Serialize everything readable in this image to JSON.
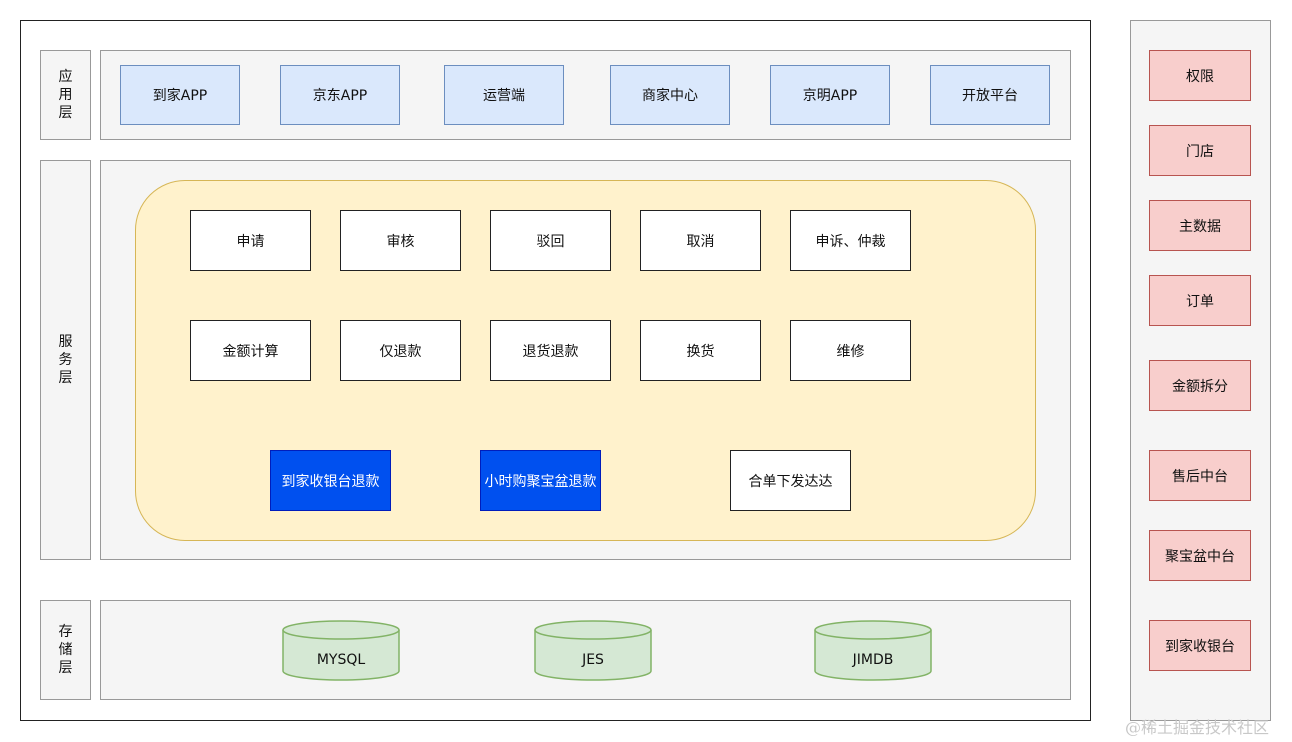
{
  "layers": {
    "application": "应用层",
    "service": "服务层",
    "storage": "存储层"
  },
  "app_nodes": [
    "到家APP",
    "京东APP",
    "运营端",
    "商家中心",
    "京明APP",
    "开放平台"
  ],
  "service_row1": [
    "申请",
    "审核",
    "驳回",
    "取消",
    "申诉、仲裁"
  ],
  "service_row2": [
    "金额计算",
    "仅退款",
    "退货退款",
    "换货",
    "维修"
  ],
  "service_row3": {
    "daojia_refund": "到家收银台退款",
    "jubaopen_refund": "小时购聚宝盆退款",
    "merge_order": "合单下发达达"
  },
  "storage_nodes": [
    "MYSQL",
    "JES",
    "JIMDB"
  ],
  "side_nodes": [
    "权限",
    "门店",
    "主数据",
    "订单",
    "金额拆分",
    "售后中台",
    "聚宝盆中台",
    "到家收银台"
  ],
  "watermark": "@稀土掘金技术社区",
  "colors": {
    "app_fill": "#dae8fc",
    "service_area_fill": "#fff2cc",
    "highlight_fill": "#0050ef",
    "side_fill": "#f8cecc",
    "storage_fill": "#d5e8d4"
  }
}
